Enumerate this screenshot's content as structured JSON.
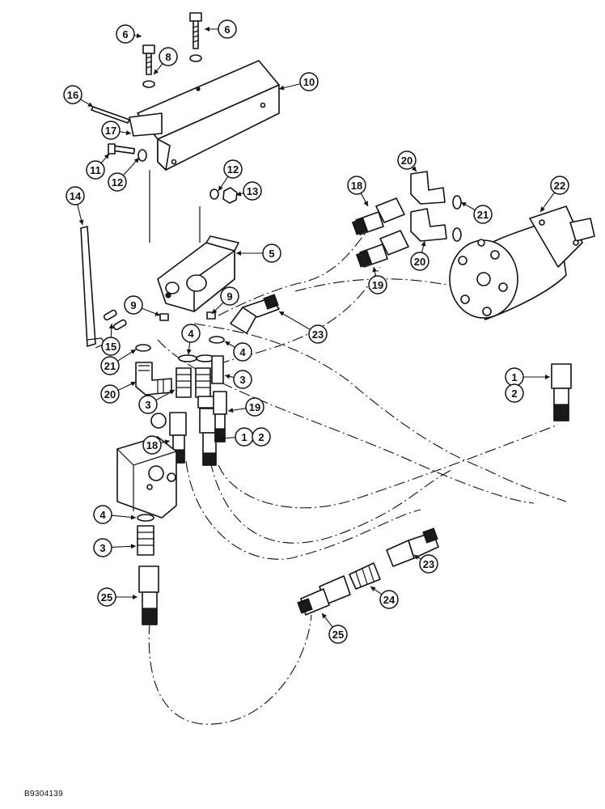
{
  "figure_code": "B9304139",
  "callouts": [
    {
      "label": "6"
    },
    {
      "label": "6"
    },
    {
      "label": "8"
    },
    {
      "label": "10"
    },
    {
      "label": "16"
    },
    {
      "label": "17"
    },
    {
      "label": "11"
    },
    {
      "label": "12"
    },
    {
      "label": "12"
    },
    {
      "label": "13"
    },
    {
      "label": "14"
    },
    {
      "label": "5"
    },
    {
      "label": "9"
    },
    {
      "label": "9"
    },
    {
      "label": "15"
    },
    {
      "label": "21"
    },
    {
      "label": "4"
    },
    {
      "label": "4"
    },
    {
      "label": "20"
    },
    {
      "label": "3"
    },
    {
      "label": "3"
    },
    {
      "label": "19"
    },
    {
      "label": "18"
    },
    {
      "label": "1"
    },
    {
      "label": "2"
    },
    {
      "label": "23"
    },
    {
      "label": "18"
    },
    {
      "label": "20"
    },
    {
      "label": "22"
    },
    {
      "label": "21"
    },
    {
      "label": "20"
    },
    {
      "label": "19"
    },
    {
      "label": "1"
    },
    {
      "label": "2"
    },
    {
      "label": "4"
    },
    {
      "label": "3"
    },
    {
      "label": "25"
    },
    {
      "label": "23"
    },
    {
      "label": "24"
    },
    {
      "label": "25"
    }
  ]
}
